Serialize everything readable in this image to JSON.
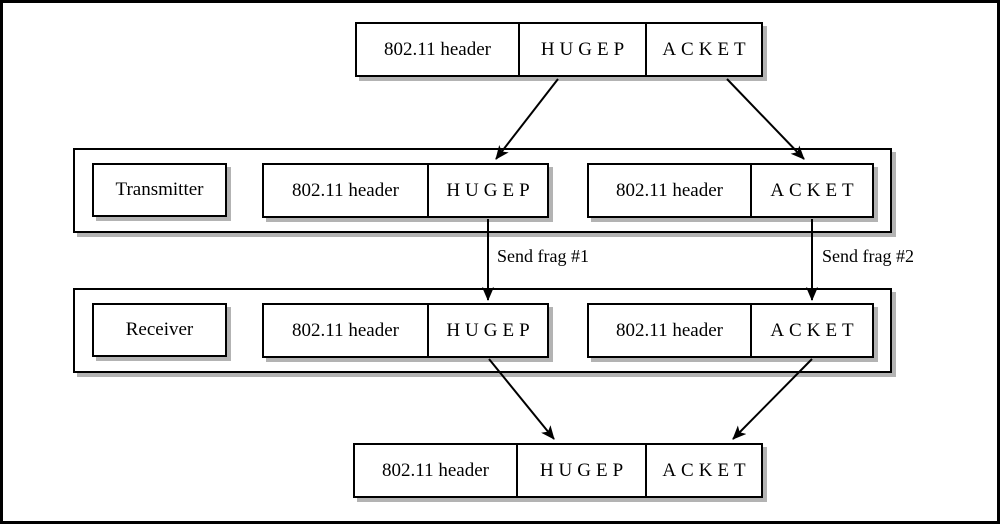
{
  "diagram": {
    "top_packet": {
      "header": "802.11 header",
      "frag1": "HUGEP",
      "frag2": "ACKET"
    },
    "transmitter": {
      "label": "Transmitter",
      "frame1": {
        "header": "802.11 header",
        "payload": "HUGEP"
      },
      "frame2": {
        "header": "802.11 header",
        "payload": "ACKET"
      }
    },
    "receiver": {
      "label": "Receiver",
      "frame1": {
        "header": "802.11 header",
        "payload": "HUGEP"
      },
      "frame2": {
        "header": "802.11 header",
        "payload": "ACKET"
      }
    },
    "bottom_packet": {
      "header": "802.11 header",
      "frag1": "HUGEP",
      "frag2": "ACKET"
    },
    "arrow_labels": {
      "frag1": "Send frag #1",
      "frag2": "Send frag #2"
    },
    "colors": {
      "line": "#000000",
      "shadow": "#b3b3b3",
      "background": "#ffffff"
    }
  }
}
